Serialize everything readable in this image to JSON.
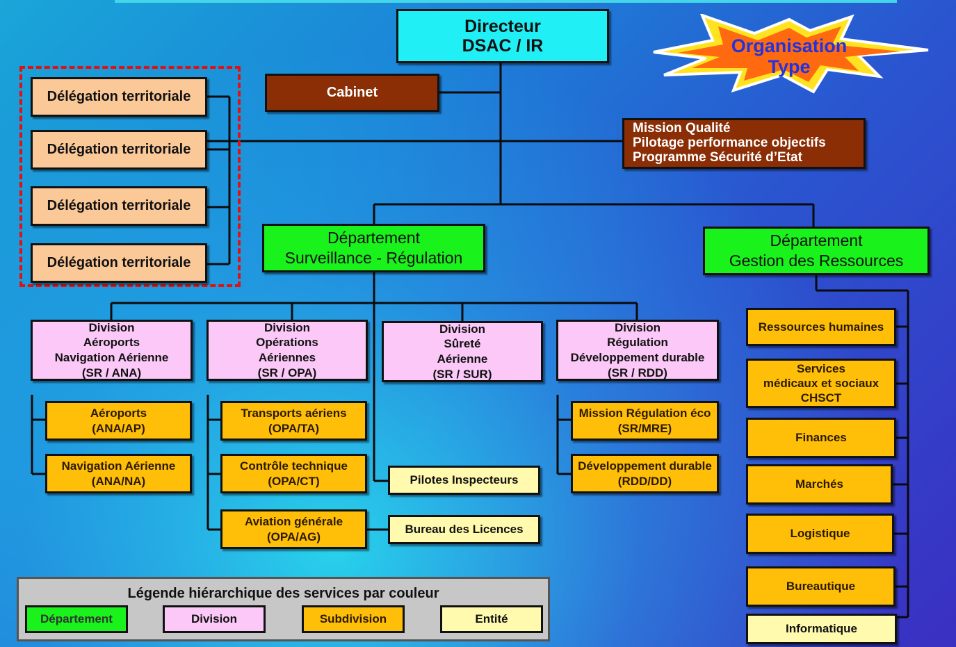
{
  "director": {
    "line1": "Directeur",
    "line2": "DSAC / IR"
  },
  "cabinet": "Cabinet",
  "mission": {
    "line1": "Mission Qualité",
    "line2": "Pilotage  performance objectifs",
    "line3": "Programme Sécurité d’Etat"
  },
  "badge": {
    "line1": "Organisation",
    "line2": "Type"
  },
  "delegations": [
    "Délégation territoriale",
    "Délégation territoriale",
    "Délégation territoriale",
    "Délégation territoriale"
  ],
  "dept_sr": {
    "line1": "Département",
    "line2": "Surveillance - Régulation"
  },
  "dept_gr": {
    "line1": "Département",
    "line2": "Gestion des Ressources"
  },
  "divisions": [
    {
      "lines": [
        "Division",
        "Aéroports",
        "Navigation Aérienne",
        "(SR / ANA)"
      ]
    },
    {
      "lines": [
        "Division",
        "Opérations",
        "Aériennes",
        "(SR / OPA)"
      ]
    },
    {
      "lines": [
        "Division",
        "Sûreté",
        "Aérienne",
        "(SR / SUR)"
      ]
    },
    {
      "lines": [
        "Division",
        "Régulation",
        "Développement durable",
        "(SR / RDD)"
      ]
    }
  ],
  "subdivisions": {
    "ana": [
      {
        "l1": "Aéroports",
        "l2": "(ANA/AP)"
      },
      {
        "l1": "Navigation Aérienne",
        "l2": "(ANA/NA)"
      }
    ],
    "opa": [
      {
        "l1": "Transports  aériens",
        "l2": "(OPA/TA)"
      },
      {
        "l1": "Contrôle technique",
        "l2": "(OPA/CT)"
      },
      {
        "l1": "Aviation générale",
        "l2": "(OPA/AG)"
      }
    ],
    "rdd": [
      {
        "l1": "Mission  Régulation éco",
        "l2": "(SR/MRE)"
      },
      {
        "l1": "Développement durable",
        "l2": "(RDD/DD)"
      }
    ]
  },
  "entities": {
    "pilotes": "Pilotes Inspecteurs",
    "licences": "Bureau des Licences"
  },
  "ressources": {
    "rh": "Ressources  humaines",
    "services": [
      "Services",
      "médicaux et sociaux",
      "CHSCT"
    ],
    "finances": "Finances",
    "marches": "Marchés",
    "logistique": "Logistique",
    "bureautique": "Bureautique",
    "informatique": "Informatique"
  },
  "legend": {
    "title": "Légende hiérarchique des services par couleur",
    "items": [
      "Département",
      "Division",
      "Subdivision",
      "Entité"
    ]
  },
  "colors": {
    "departement": "#19f21b",
    "division": "#fbc8f8",
    "subdivision": "#ffbe08",
    "entite": "#fffaae",
    "directeur": "#20f0f6",
    "brown": "#8b2e06",
    "delegation": "#fbc898",
    "dashed_border": "#e21010"
  }
}
